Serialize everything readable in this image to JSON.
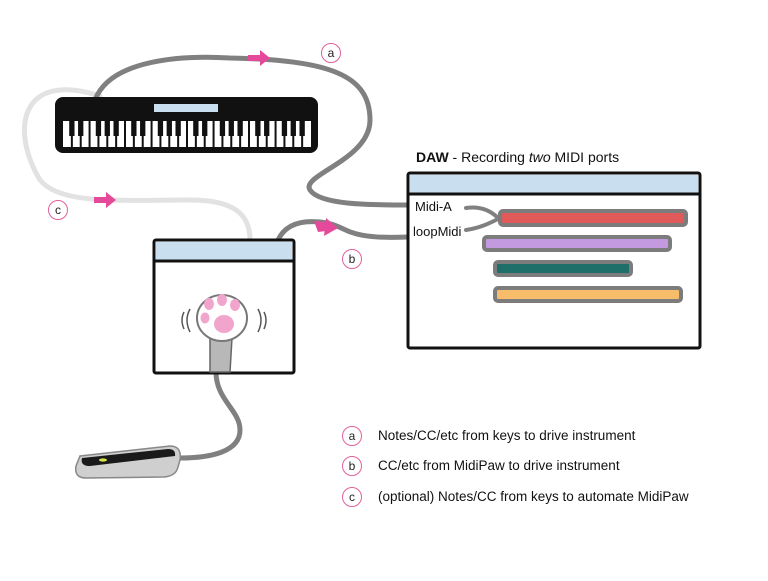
{
  "daw": {
    "title_bold": "DAW",
    "title_sep": " - Recording ",
    "title_italic": "two",
    "title_rest": " MIDI ports",
    "port_a": "Midi-A",
    "port_loop": "loopMidi"
  },
  "badges": {
    "a": "a",
    "b": "b",
    "c": "c"
  },
  "legend": [
    {
      "key": "a",
      "text": "Notes/CC/etc from keys to drive instrument"
    },
    {
      "key": "b",
      "text": "CC/etc from MidiPaw to drive instrument"
    },
    {
      "key": "c",
      "text": "(optional) Notes/CC from keys to automate MidiPaw"
    }
  ],
  "colors": {
    "cable_dark": "#808080",
    "cable_light": "#e2e2e2",
    "arrow": "#e54a9a",
    "badge_ring": "#e0609a",
    "window_titlebar": "#c9dff0",
    "track_red": "#e05a5a",
    "track_purple": "#c39ae0",
    "track_teal": "#1e6e6a",
    "track_orange": "#f7bd6a",
    "track_outline": "#7c7c7c",
    "paw_pad": "#f2a5cc"
  },
  "icons": [
    "keyboard-icon",
    "midipaw-window-icon",
    "paw-icon",
    "leap-motion-sensor-icon",
    "daw-window-icon"
  ]
}
